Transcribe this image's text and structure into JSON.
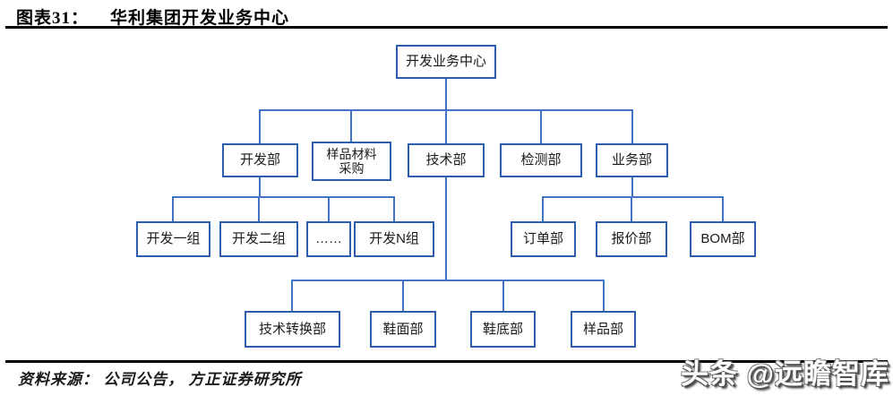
{
  "header": {
    "figure_label": "图表31：",
    "figure_title": "华利集团开发业务中心"
  },
  "org_chart": {
    "nodes": {
      "dev_center": "开发业务中心",
      "dev_dept": "开发部",
      "sample_material_line1": "样品材料",
      "sample_material_line2": "采购",
      "tech_dept": "技术部",
      "test_dept": "检测部",
      "biz_dept": "业务部",
      "dev_group1": "开发一组",
      "dev_group2": "开发二组",
      "dev_group_ellipsis": "……",
      "dev_groupN": "开发N组",
      "order_dept": "订单部",
      "quote_dept": "报价部",
      "bom_dept": "BOM部",
      "tech_transfer": "技术转换部",
      "shoe_upper": "鞋面部",
      "shoe_sole": "鞋底部",
      "sample_dept": "样品部"
    }
  },
  "footer": {
    "source_text": "资料来源： 公司公告， 方正证券研究所"
  },
  "watermark": {
    "text": "头条 @远瞻智库"
  },
  "colors": {
    "box_border": "#2f5dad",
    "connector": "#4472c4",
    "rule": "#000000"
  }
}
